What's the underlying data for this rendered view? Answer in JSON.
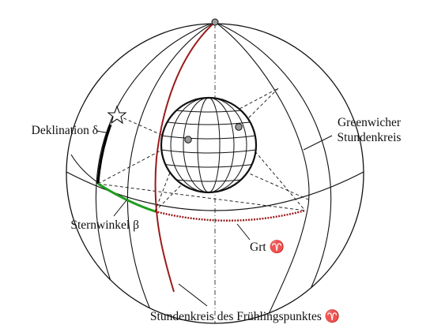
{
  "labels": {
    "declination": "Deklination δ",
    "star_angle": "Sternwinkel β",
    "greenwich_line1": "Greenwicher",
    "greenwich_line2": "Stundenkreis",
    "grt": "Grt ♈",
    "hour_circle_aries": "Stundenkreis des Frühlingspunktes ♈"
  },
  "colors": {
    "outline": "#111111",
    "declination_arc": "#000000",
    "star_angle_arc": "#1e9e1e",
    "aries_hour_circle": "#9b1b1b",
    "grt_arc": "#9b1b1b",
    "pole_marker": "#9a9a9a"
  },
  "icons": {
    "star": "star-icon",
    "aries": "aries-symbol"
  }
}
